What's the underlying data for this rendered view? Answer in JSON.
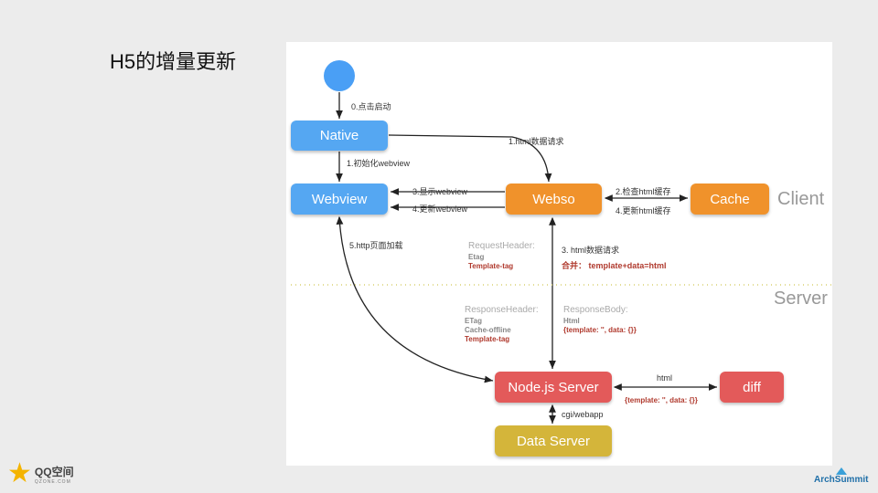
{
  "slide": {
    "title": "H5的增量更新"
  },
  "zones": {
    "client": "Client",
    "server": "Server"
  },
  "nodes": {
    "native": "Native",
    "webview": "Webview",
    "webso": "Webso",
    "cache": "Cache",
    "node_server": "Node.js Server",
    "diff": "diff",
    "data_server": "Data Server"
  },
  "labels": {
    "start": "0.点击启动",
    "init_webview": "1.初始化webview",
    "html_request": "1.html数据请求",
    "check_cache": "2.检查html缓存",
    "update_cache": "4.更新html缓存",
    "show_webview": "3.显示webview",
    "update_webview": "4.更新webview",
    "http_load": "5.http页面加载",
    "html_request3": "3.  html数据请求",
    "merge": "合并：  template+data=html",
    "req_header": "RequestHeader:",
    "req_etag": "Etag",
    "req_template_tag": "Template-tag",
    "resp_header": "ResponseHeader:",
    "resp_etag": "ETag",
    "resp_cache_offline": "Cache-offline",
    "resp_template_tag": "Template-tag",
    "resp_body": "ResponseBody:",
    "resp_html": "Html",
    "resp_json": "{template: '', data: {}}",
    "diff_html": "html",
    "diff_json": "{template: '', data: {}}",
    "cgi": "cgi/webapp"
  },
  "logos": {
    "qzone": "QQ空间",
    "qzone_sub": "QZONE.COM",
    "archsummit": "ArchSummit"
  },
  "colors": {
    "blue": "#55a7f2",
    "orange": "#f0922b",
    "red": "#e35a5a",
    "yellow": "#d4b53a"
  }
}
